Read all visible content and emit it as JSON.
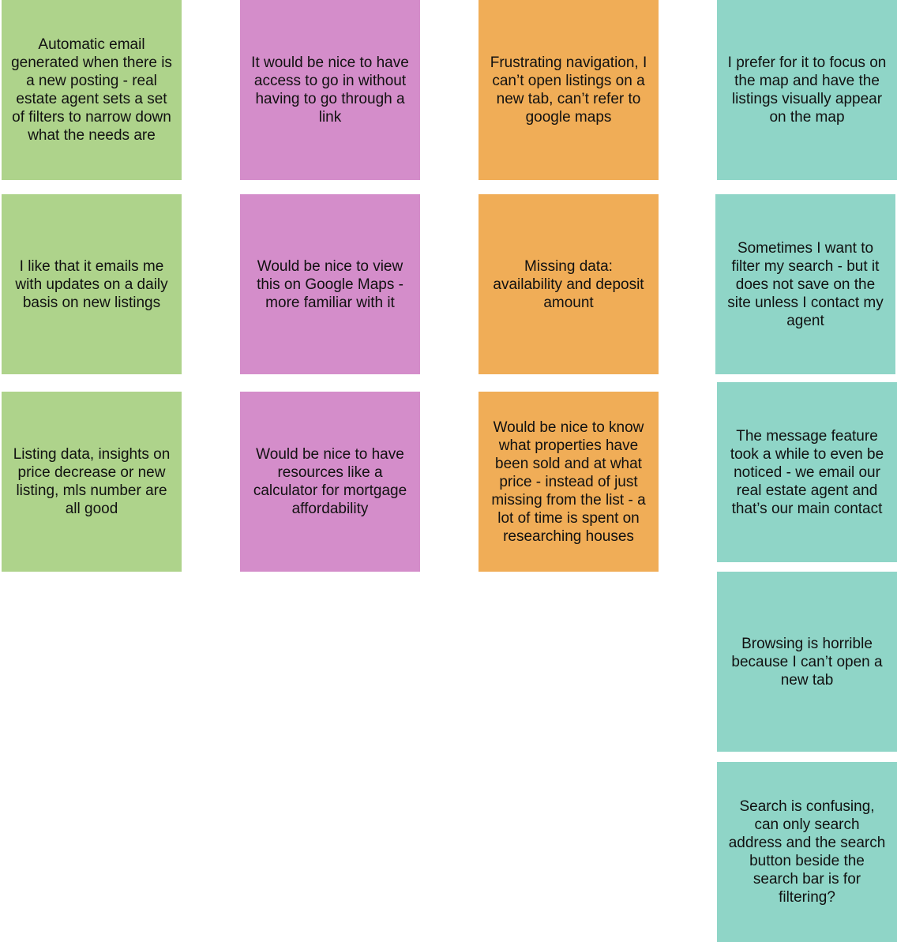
{
  "colors": {
    "green": "#aed38b",
    "purple": "#d48dca",
    "orange": "#f0ad57",
    "teal": "#8fd5c7"
  },
  "notes": {
    "green": [
      "Automatic email generated when there is a new posting - real estate agent sets a set of filters to narrow down what the needs are",
      "I like that it emails me with updates on a daily basis on new listings",
      "Listing data, insights on price decrease or new listing, mls number are all good"
    ],
    "purple": [
      "It would be nice to have access to go in without having to go through a link",
      "Would be nice to view this on Google Maps - more familiar with it",
      "Would be nice to have resources like a calculator for mortgage affordability"
    ],
    "orange": [
      "Frustrating navigation, I can’t open listings on a new tab, can’t refer to google maps",
      "Missing data: availability and deposit amount",
      "Would be nice to know what properties have been sold and at what price - instead of just missing from the list - a lot of time is spent on researching houses"
    ],
    "teal": [
      "I prefer for it to focus on the map and have the listings visually appear on the map",
      "Sometimes I want to filter my search - but it does not save on the site unless I contact my agent",
      "The message feature took a while to even be noticed - we email our real estate agent and that’s our main contact",
      "Browsing is horrible because I can’t open a new tab",
      "Search is confusing, can only search address and the search button beside the search bar is for filtering?"
    ]
  }
}
